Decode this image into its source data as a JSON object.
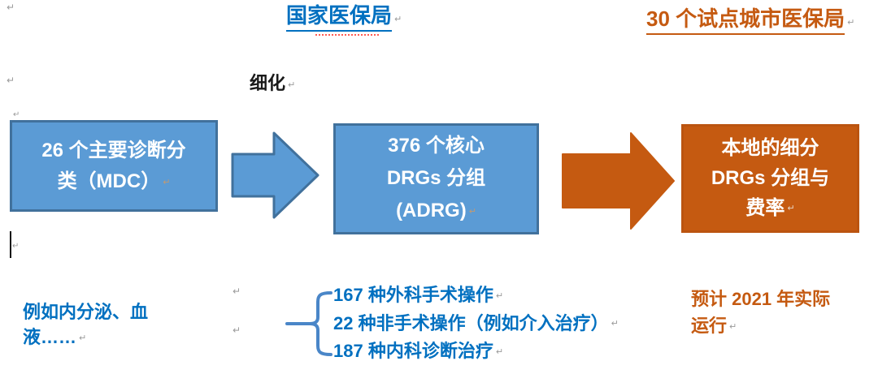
{
  "header": {
    "national_bureau": "国家医保局",
    "pilot_cities_bureau": "30 个试点城市医保局",
    "refine_label": "细化"
  },
  "flow": {
    "boxes": [
      {
        "id": "mdc",
        "lines": [
          "26 个主要诊断分",
          "类（MDC）"
        ]
      },
      {
        "id": "adrg",
        "lines": [
          "376 个核心",
          "DRGs 分组",
          "(ADRG)"
        ]
      },
      {
        "id": "local",
        "lines": [
          "本地的细分",
          "DRGs 分组与",
          "费率"
        ]
      }
    ],
    "arrows": [
      {
        "id": "arrow-mdc-to-adrg",
        "color": "#5B9BD5",
        "border": "#41719C"
      },
      {
        "id": "arrow-adrg-to-local",
        "color": "#C55A11",
        "border": "#C55A11"
      }
    ]
  },
  "notes": {
    "mdc_example": {
      "lines": [
        "例如内分泌、血",
        "液……"
      ]
    },
    "adrg_breakdown": {
      "lines": [
        "167 种外科手术操作",
        "22 种非手术操作（例如介入治疗）",
        "187 种内科诊断治疗"
      ]
    },
    "local_schedule": {
      "lines": [
        "预计 2021 年实际",
        "运行"
      ]
    }
  },
  "marks": {
    "pilcrow": "↵"
  },
  "colors": {
    "box_blue_fill": "#5B9BD5",
    "box_blue_border": "#41719C",
    "accent_orange": "#C55A11",
    "text_blue": "#0070C0",
    "bracket_blue": "#4A86C8"
  }
}
